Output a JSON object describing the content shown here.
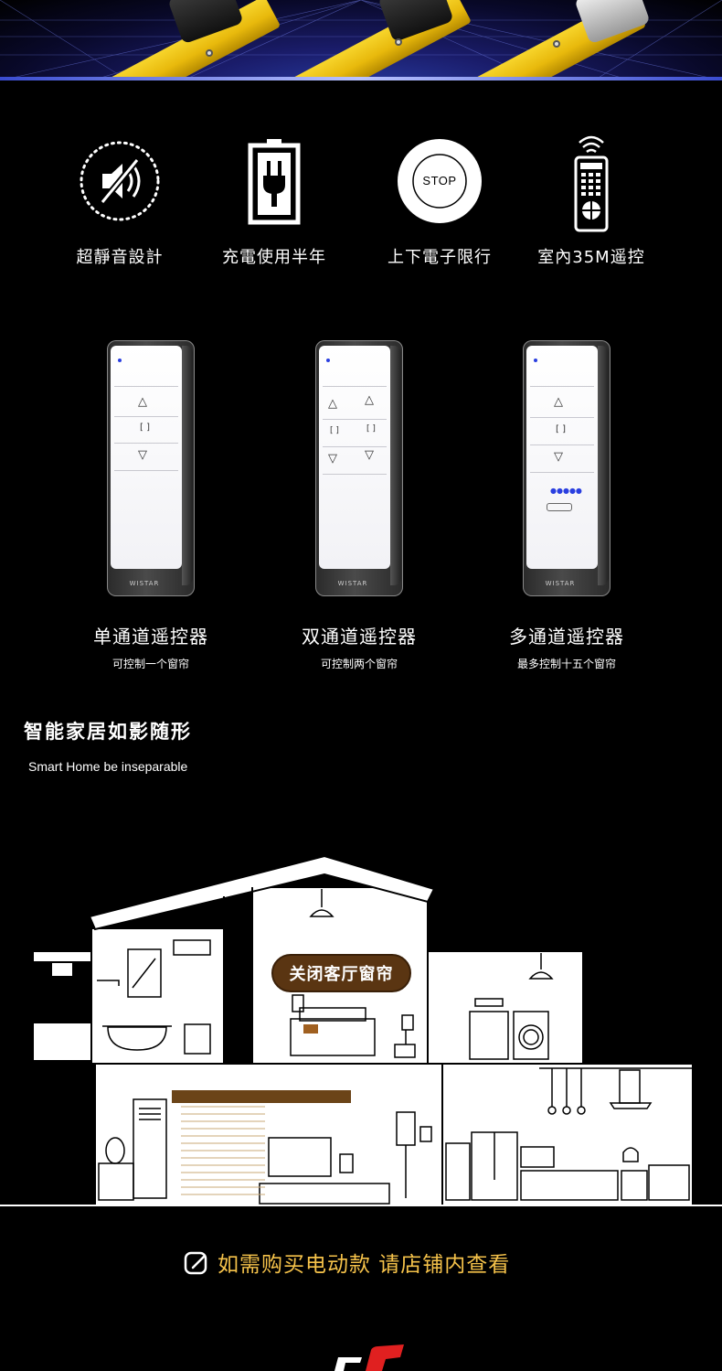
{
  "features": [
    {
      "icon": "mute-speaker-icon",
      "label": "超靜音設計"
    },
    {
      "icon": "battery-plug-icon",
      "label": "充電使用半年"
    },
    {
      "icon": "stop-icon",
      "label": "上下電子限行",
      "icon_text": "STOP"
    },
    {
      "icon": "remote-control-icon",
      "label": "室內35M遥控"
    }
  ],
  "remotes": [
    {
      "title": "单通道遥控器",
      "subtitle": "可控制一个窗帘",
      "brand": "WISTAR",
      "channels": 1
    },
    {
      "title": "双通道遥控器",
      "subtitle": "可控制两个窗帘",
      "brand": "WISTAR",
      "channels": 2
    },
    {
      "title": "多通道遥控器",
      "subtitle": "最多控制十五个窗帘",
      "brand": "WISTAR",
      "channels": 15
    }
  ],
  "smart_home": {
    "title": "智能家居如影随形",
    "subtitle": "Smart Home be inseparable",
    "bubble": "关闭客厅窗帘"
  },
  "cta": {
    "icon": "edit-note-icon",
    "text": "如需购买电动款  请店铺内查看"
  },
  "colors": {
    "background": "#000000",
    "cta_text": "#f5c24a",
    "bubble_bg": "#5a3512",
    "tube_yellow": "#f0c418",
    "logo_red": "#e02020"
  }
}
